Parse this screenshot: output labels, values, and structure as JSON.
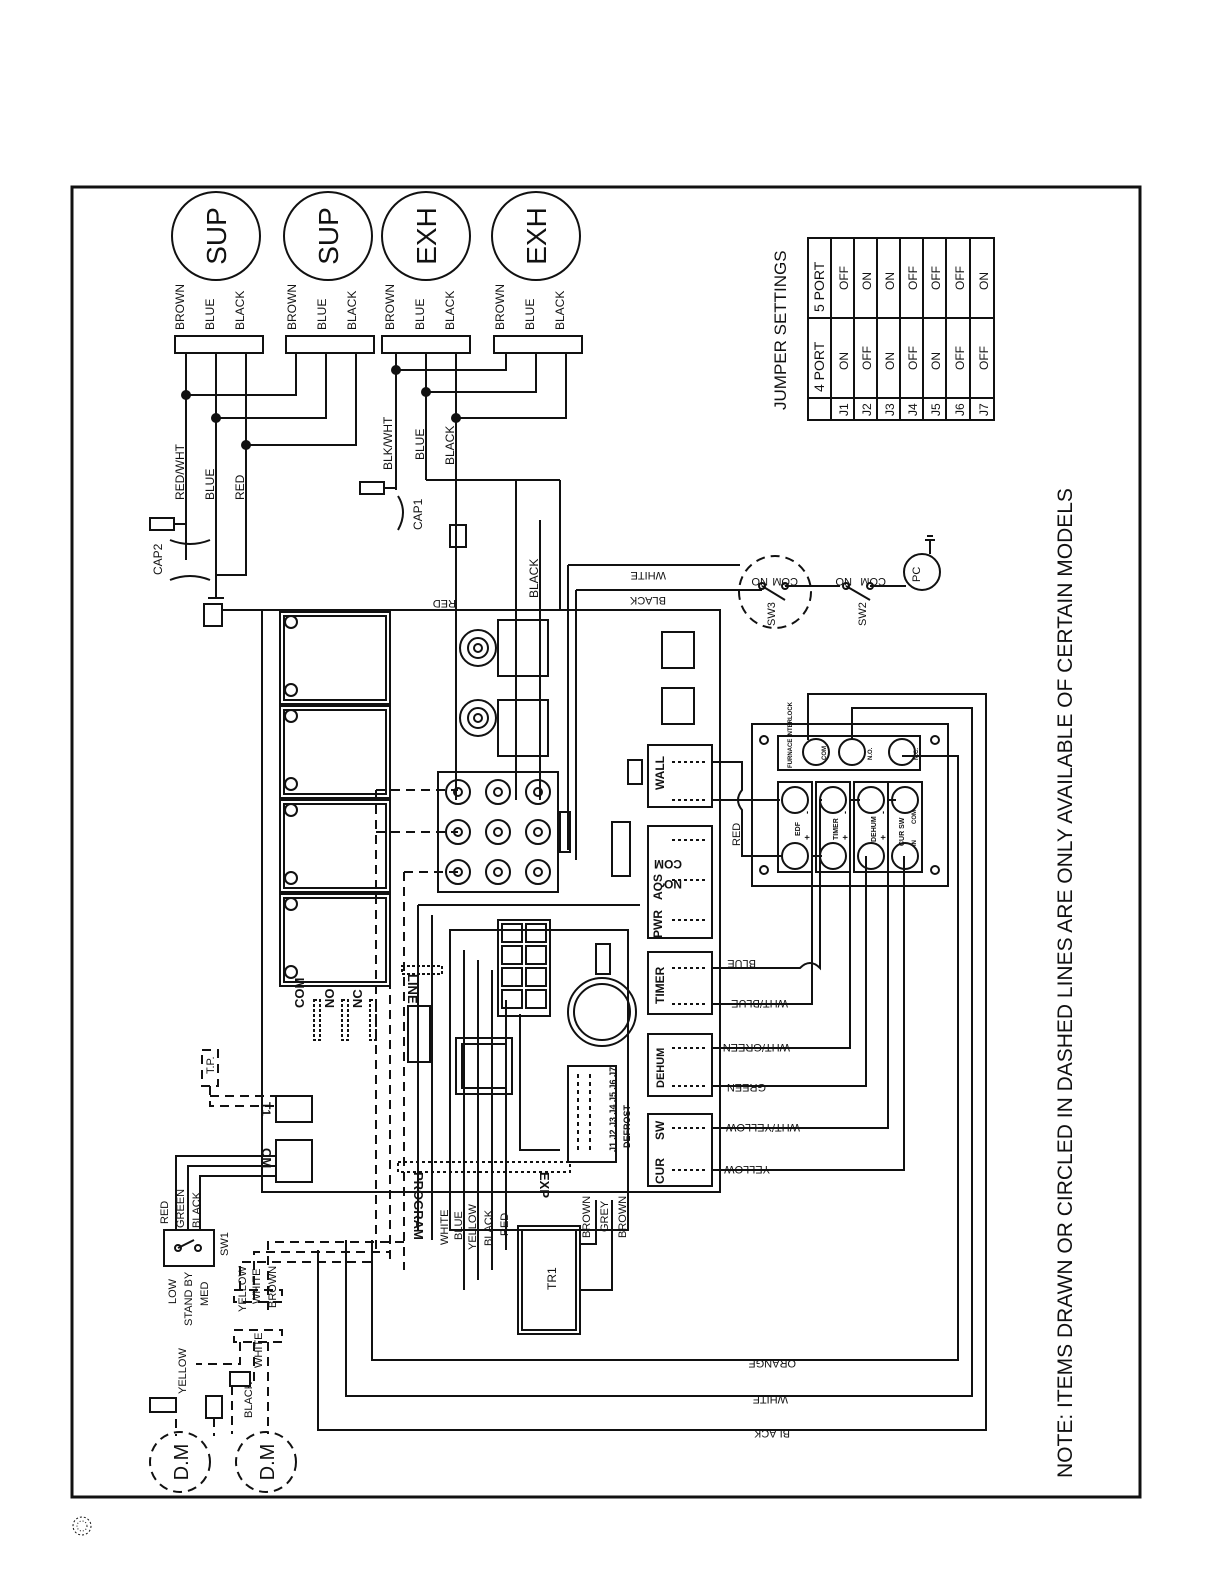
{
  "motors": [
    {
      "label": "SUP",
      "wires": [
        "BROWN",
        "BLUE",
        "BLACK"
      ]
    },
    {
      "label": "SUP",
      "wires": [
        "BROWN",
        "BLUE",
        "BLACK"
      ]
    },
    {
      "label": "EXH",
      "wires": [
        "BROWN",
        "BLUE",
        "BLACK"
      ]
    },
    {
      "label": "EXH",
      "wires": [
        "BROWN",
        "BLUE",
        "BLACK"
      ]
    }
  ],
  "supply_leads": [
    "RED/WHT",
    "BLUE",
    "RED"
  ],
  "exhaust_leads": [
    "BLK/WHT",
    "BLUE",
    "BLACK"
  ],
  "capacitors": {
    "cap1": "CAP1",
    "cap2": "CAP2"
  },
  "jumper_settings": {
    "title": "JUMPER SETTINGS",
    "col1": "4 PORT",
    "col2": "5 PORT",
    "rows": [
      {
        "j": "J1",
        "p4": "ON",
        "p5": "OFF"
      },
      {
        "j": "J2",
        "p4": "OFF",
        "p5": "ON"
      },
      {
        "j": "J3",
        "p4": "ON",
        "p5": "ON"
      },
      {
        "j": "J4",
        "p4": "OFF",
        "p5": "OFF"
      },
      {
        "j": "J5",
        "p4": "ON",
        "p5": "OFF"
      },
      {
        "j": "J6",
        "p4": "OFF",
        "p5": "OFF"
      },
      {
        "j": "J7",
        "p4": "OFF",
        "p5": "ON"
      }
    ]
  },
  "power": {
    "white": "WHITE",
    "black": "BLACK",
    "red": "RED",
    "sw3": "SW3",
    "sw2": "SW2",
    "no": "NO",
    "com": "COM",
    "pc": "PC"
  },
  "board": {
    "wall": "WALL",
    "aqs": "AQS",
    "com": "COM",
    "no": "NO",
    "pwr": "PWR",
    "timer": "TIMER",
    "dehum": "DEHUM",
    "sw": "SW",
    "cur": "CUR",
    "line": "LINE",
    "program": "PROGRAM",
    "exp": "EXP",
    "defrost": "DEFROST",
    "term_com": "COM",
    "term_no": "NO",
    "term_nc": "NC",
    "t1": "T1",
    "cm": "CM",
    "jumpers": "J1 J2 J3 J4 J5 J6 J7"
  },
  "terminal_block": {
    "furnace": "FURNACE INTERLOCK",
    "com": "COM",
    "no": "N.O.",
    "nc": "N.C.",
    "edf": "EDF",
    "timer": "TIMER",
    "dehum": "DEHUM",
    "cursw": "CUR SW",
    "plus": "+",
    "minus": "-",
    "in": "IN"
  },
  "control_wires": {
    "red": "RED",
    "blue": "BLUE",
    "wht_blue": "WHT/BLUE",
    "wht_green": "WHT/GREEN",
    "green": "GREEN",
    "wht_yellow": "WHT/YELLOW",
    "yellow": "YELLOW"
  },
  "transformer": {
    "label": "TR1",
    "left_wires": [
      "WHITE",
      "BLUE",
      "YELLOW",
      "BLACK",
      "RED"
    ],
    "right_wires": [
      "BROWN",
      "GREY",
      "BROWN"
    ]
  },
  "loop_wires": {
    "orange": "ORANGE",
    "white": "WHITE",
    "black": "BLACK"
  },
  "speed_switch": {
    "label": "SW1",
    "wires": [
      "RED",
      "GREEN",
      "BLACK"
    ],
    "positions": [
      "LOW",
      "STAND BY",
      "MED"
    ]
  },
  "damper": {
    "label": "D.M",
    "wires": [
      "YELLOW",
      "WHITE",
      "BROWN"
    ],
    "wires2": [
      "YELLOW",
      "WHITE",
      "BLACK"
    ]
  },
  "tp": "T.P.",
  "note": "NOTE: ITEMS DRAWN OR CIRCLED IN DASHED LINES ARE ONLY AVAILABLE OF CERTAIN MODELS"
}
